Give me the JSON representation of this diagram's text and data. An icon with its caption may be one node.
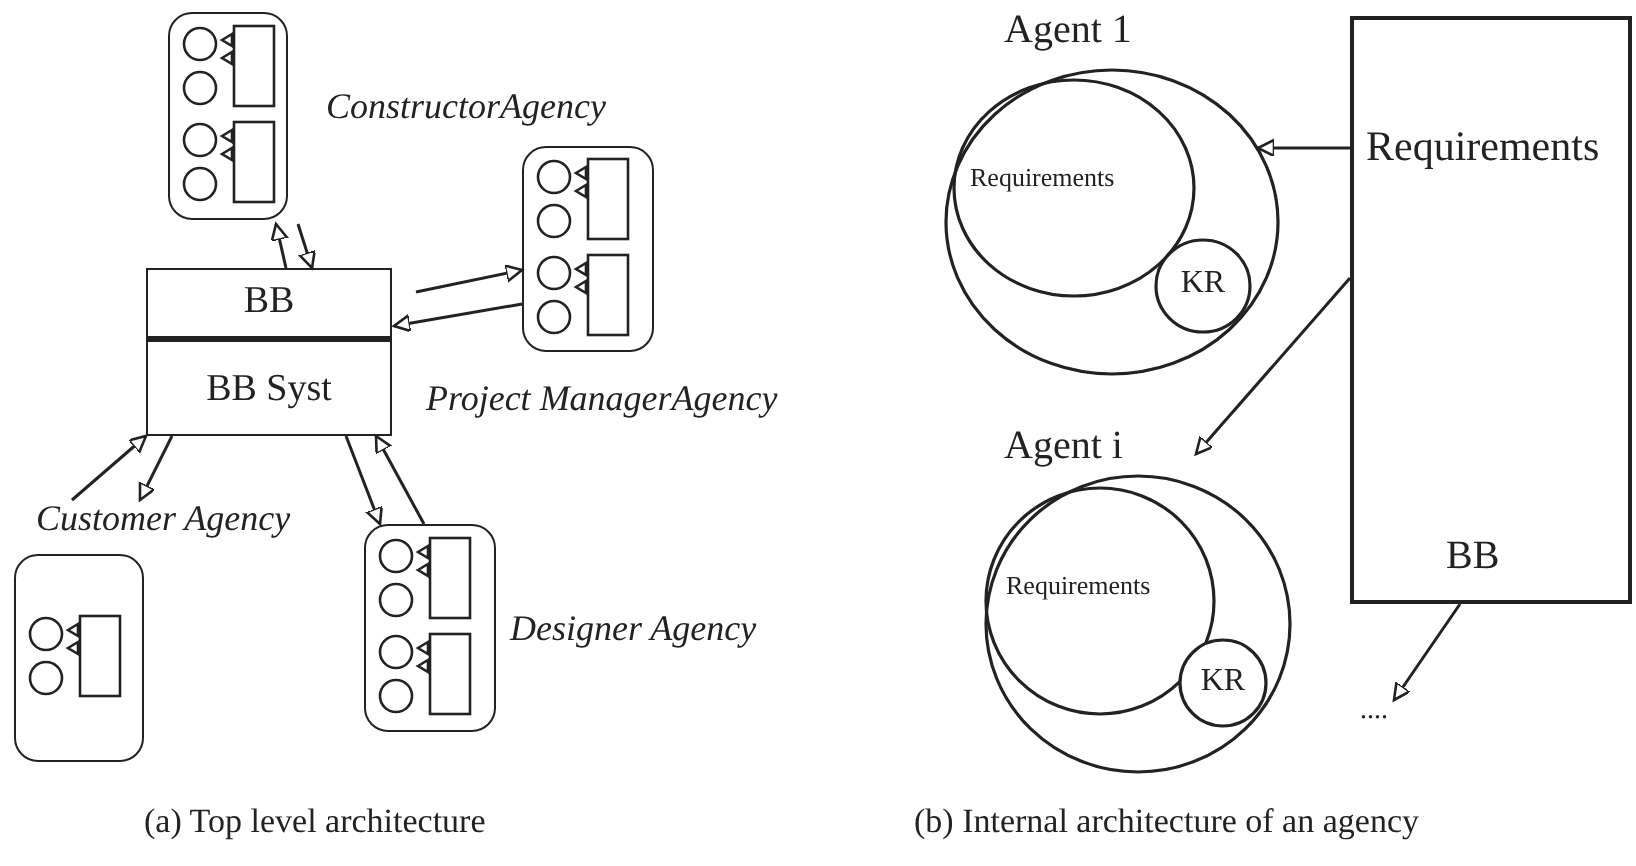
{
  "diagram": {
    "nodes": [
      {
        "text": [
          "ConstructorAgency"
        ]
      },
      {
        "text": [
          "BB"
        ]
      },
      {
        "text": [
          "BB Syst"
        ]
      },
      {
        "text": [
          "Project ManagerAgency"
        ]
      },
      {
        "text": [
          "Customer Agency"
        ]
      },
      {
        "text": [
          "Designer Agency"
        ]
      },
      {
        "text": [
          "Agent 1"
        ]
      },
      {
        "text": [
          "Requirements"
        ],
        "in": 6
      },
      {
        "text": [
          "KR"
        ],
        "in": 6
      },
      {
        "text": [
          "Agent i"
        ]
      },
      {
        "text": [
          "Requirements"
        ],
        "in": 9
      },
      {
        "text": [
          "KR"
        ],
        "in": 9
      },
      {
        "text": [
          "Requirements",
          "BB"
        ]
      },
      {
        "text": [
          "...."
        ]
      }
    ],
    "edges": [
      {
        "from": 1,
        "to": 0,
        "arrow": "to"
      },
      {
        "from": 0,
        "to": 1,
        "arrow": "to"
      },
      {
        "from": 1,
        "to": 3,
        "arrow": "to"
      },
      {
        "from": 3,
        "to": 1,
        "arrow": "to"
      },
      {
        "from": 4,
        "to": 2,
        "arrow": "to"
      },
      {
        "from": 2,
        "to": 4,
        "arrow": "to"
      },
      {
        "from": 2,
        "to": 5,
        "arrow": "to"
      },
      {
        "from": 5,
        "to": 2,
        "arrow": "to"
      },
      {
        "from": 12,
        "to": 6,
        "arrow": "to"
      },
      {
        "from": 12,
        "to": 9,
        "arrow": "to"
      },
      {
        "from": 12,
        "to": 13,
        "arrow": "to"
      }
    ],
    "labels": [
      "(a) Top level architecture",
      "(b) Internal architecture of an agency"
    ]
  }
}
